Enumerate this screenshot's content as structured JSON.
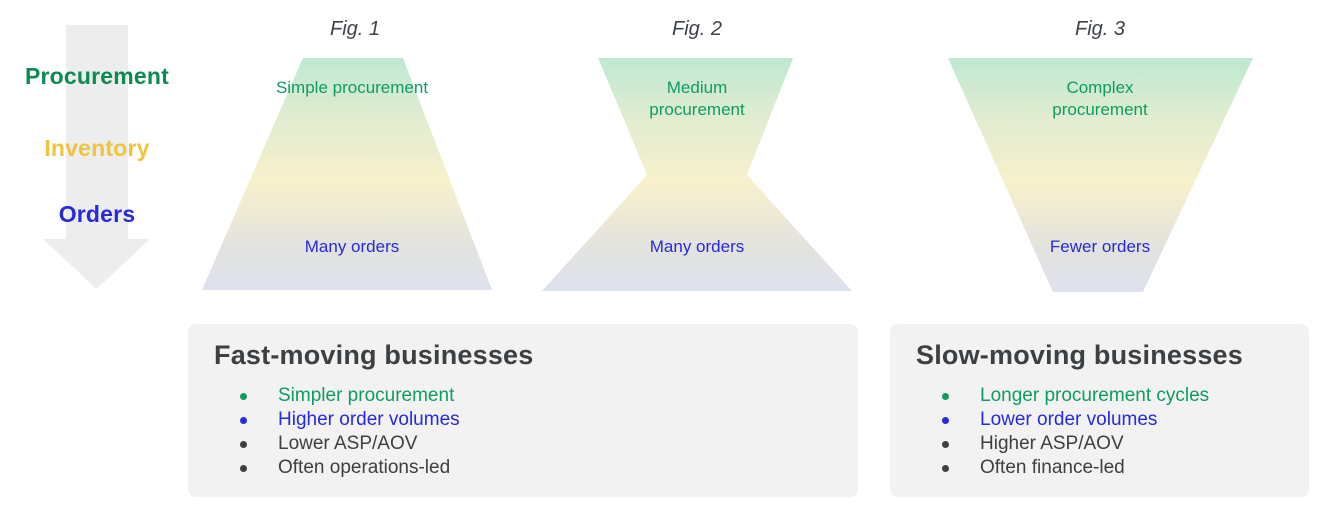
{
  "flow_legend": {
    "stages": [
      {
        "label": "Procurement",
        "color": "#0C8A52"
      },
      {
        "label": "Inventory",
        "color": "#F0C43C"
      },
      {
        "label": "Orders",
        "color": "#2529E0"
      }
    ],
    "arrow": {
      "icon": "down-arrow",
      "direction": "down",
      "color": "#EDEDEE"
    }
  },
  "figures": [
    {
      "title": "Fig. 1",
      "shape": "funnel-widening-down",
      "top_label": {
        "text": "Simple procurement",
        "color": "#0E9C64"
      },
      "bottom_label": {
        "text": "Many orders",
        "color": "#2529E0"
      }
    },
    {
      "title": "Fig. 2",
      "shape": "hourglass",
      "top_label": {
        "text": "Medium procurement",
        "color": "#0E9C64"
      },
      "bottom_label": {
        "text": "Many orders",
        "color": "#2529E0"
      }
    },
    {
      "title": "Fig. 3",
      "shape": "funnel-narrowing-down",
      "top_label": {
        "text": "Complex procurement",
        "color": "#0E9C64"
      },
      "bottom_label": {
        "text": "Fewer orders",
        "color": "#2529E0"
      }
    }
  ],
  "cards": [
    {
      "title": "Fast-moving businesses",
      "bullets": [
        {
          "text": "Simpler procurement",
          "color": "#0E9C64"
        },
        {
          "text": "Higher order volumes",
          "color": "#2529E0"
        },
        {
          "text": "Lower ASP/AOV",
          "color": "#3C4043"
        },
        {
          "text": "Often operations-led",
          "color": "#3C4043"
        }
      ]
    },
    {
      "title": "Slow-moving businesses",
      "bullets": [
        {
          "text": "Longer procurement cycles",
          "color": "#0E9C64"
        },
        {
          "text": "Lower order volumes",
          "color": "#2529E0"
        },
        {
          "text": "Higher ASP/AOV",
          "color": "#3C4043"
        },
        {
          "text": "Often finance-led",
          "color": "#3C4043"
        }
      ]
    }
  ],
  "colors": {
    "gradient_top": "#BEE8D2",
    "gradient_middle": "#F8F0CC",
    "gradient_bottom": "#DEE1EE",
    "card_background": "#F2F2F2",
    "figure_title": "#3E4349",
    "arrow_gray": "#EDEDEE"
  }
}
